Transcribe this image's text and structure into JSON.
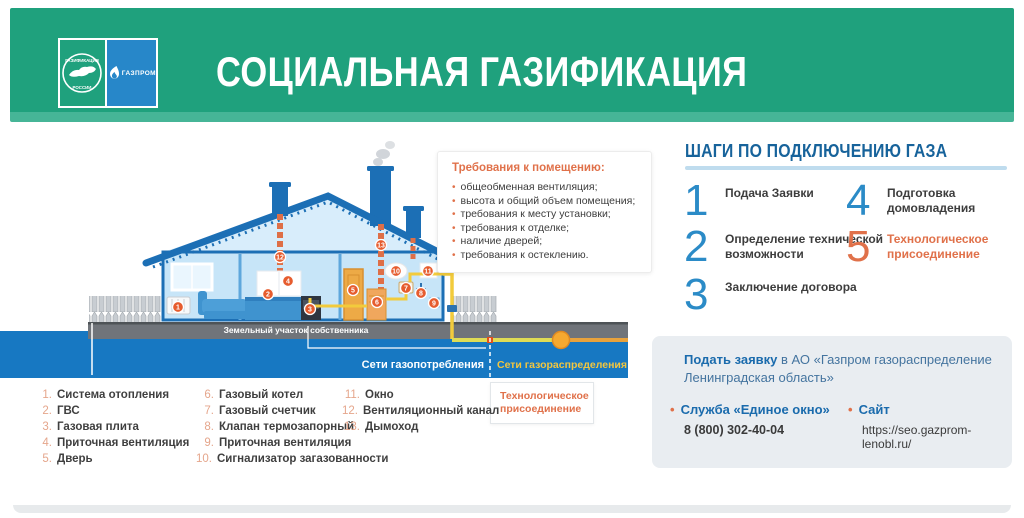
{
  "header": {
    "title": "СОЦИАЛЬНАЯ ГАЗИФИКАЦИЯ",
    "emblem": {
      "top_text": "ГАЗИФИКАЦИЯ",
      "bottom_text": "РОССИИ"
    },
    "gazprom_label": "ГАЗПРОМ",
    "band_color": "#1FA17D",
    "gazprom_blue": "#2787C9"
  },
  "requirements": {
    "title": "Требования к помещению:",
    "items": [
      "общеобменная вентиляция;",
      "высота и общий объем помещения;",
      "требования к месту установки;",
      "требования к отделке;",
      "наличие дверей;",
      "требования к остеклению."
    ]
  },
  "steps": {
    "title": "ШАГИ ПО ПОДКЛЮЧЕНИЮ ГАЗА",
    "items": [
      {
        "num": "1",
        "label": "Подача Заявки"
      },
      {
        "num": "2",
        "label": "Определение технической возможности"
      },
      {
        "num": "3",
        "label": "Заключение договора"
      },
      {
        "num": "4",
        "label": "Подготовка домовладения"
      },
      {
        "num": "5",
        "label": "Технологическое присоединение"
      }
    ]
  },
  "diagram": {
    "ground_label": "Земельный участок собственника",
    "network_consumption": "Сети газопотребления",
    "network_distribution": "Сети газораспределения",
    "tech_connection": "Технологическое присоединение",
    "markers": [
      "1",
      "2",
      "3",
      "4",
      "5",
      "6",
      "7",
      "8",
      "9",
      "10",
      "11",
      "12",
      "13"
    ]
  },
  "apply": {
    "lead_bold": "Подать заявку",
    "lead_rest": " в АО «Газпром газораспределение Ленинградская область»",
    "service_label": "Служба «Единое окно»",
    "service_phone": "8 (800) 302-40-04",
    "site_label": "Сайт",
    "site_url": "https://seo.gazprom-lenobl.ru/"
  },
  "legend": {
    "columns": [
      [
        {
          "n": "1.",
          "t": "Система отопления"
        },
        {
          "n": "2.",
          "t": "ГВС"
        },
        {
          "n": "3.",
          "t": "Газовая плита"
        },
        {
          "n": "4.",
          "t": "Приточная вентиляция"
        },
        {
          "n": "5.",
          "t": "Дверь"
        }
      ],
      [
        {
          "n": "6.",
          "t": "Газовый котел"
        },
        {
          "n": "7.",
          "t": "Газовый счетчик"
        },
        {
          "n": "8.",
          "t": "Клапан термозапорный"
        },
        {
          "n": "9.",
          "t": "Приточная вентиляция"
        },
        {
          "n": "10.",
          "t": "Сигнализатор загазованности"
        }
      ],
      [
        {
          "n": "11.",
          "t": "Окно"
        },
        {
          "n": "12.",
          "t": "Вентиляционный канал"
        },
        {
          "n": "13.",
          "t": "Дымоход"
        }
      ]
    ]
  },
  "colors": {
    "header_green": "#1FA17D",
    "accent_blue": "#2B8BC7",
    "dark_blue": "#17639B",
    "accent_orange": "#E0714A",
    "underground_blue": "#1778C2",
    "pipe_yellow": "#F2CB3C",
    "distribution_gold": "#F3C63F"
  }
}
